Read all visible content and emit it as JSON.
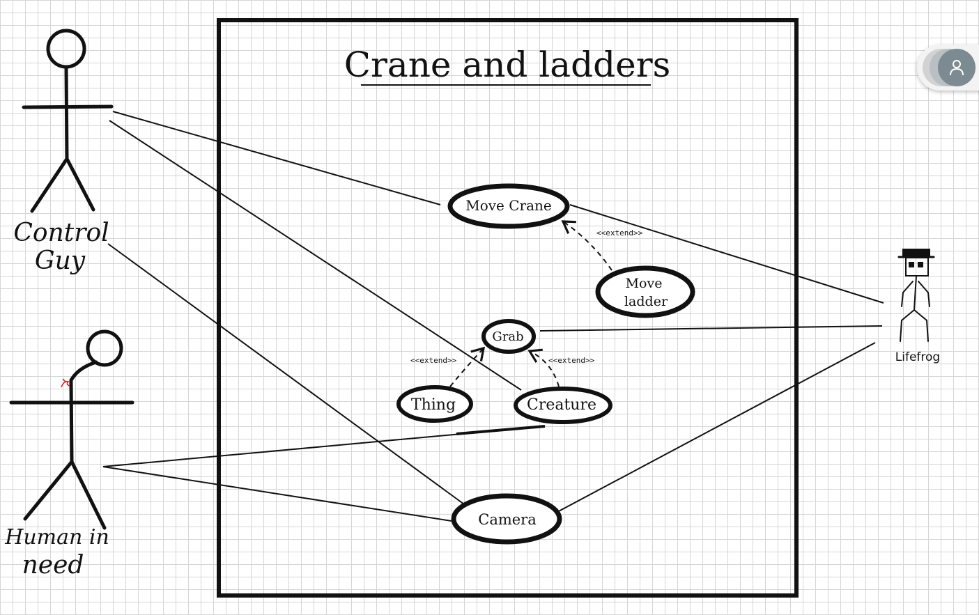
{
  "diagram": {
    "title": "Crane and ladders",
    "actors": {
      "control_guy": [
        "Control",
        "Guy"
      ],
      "human_in_need": [
        "Human in",
        "need"
      ],
      "lifefrog": "Lifefrog"
    },
    "use_cases": {
      "move_crane": "Move Crane",
      "move_ladder": [
        "Move",
        "ladder"
      ],
      "grab": "Grab",
      "thing": "Thing",
      "creature": "Creature",
      "camera": "Camera"
    },
    "extend_label": "<<extend>>"
  },
  "ui": {
    "avatar_icon": "user-icon"
  }
}
